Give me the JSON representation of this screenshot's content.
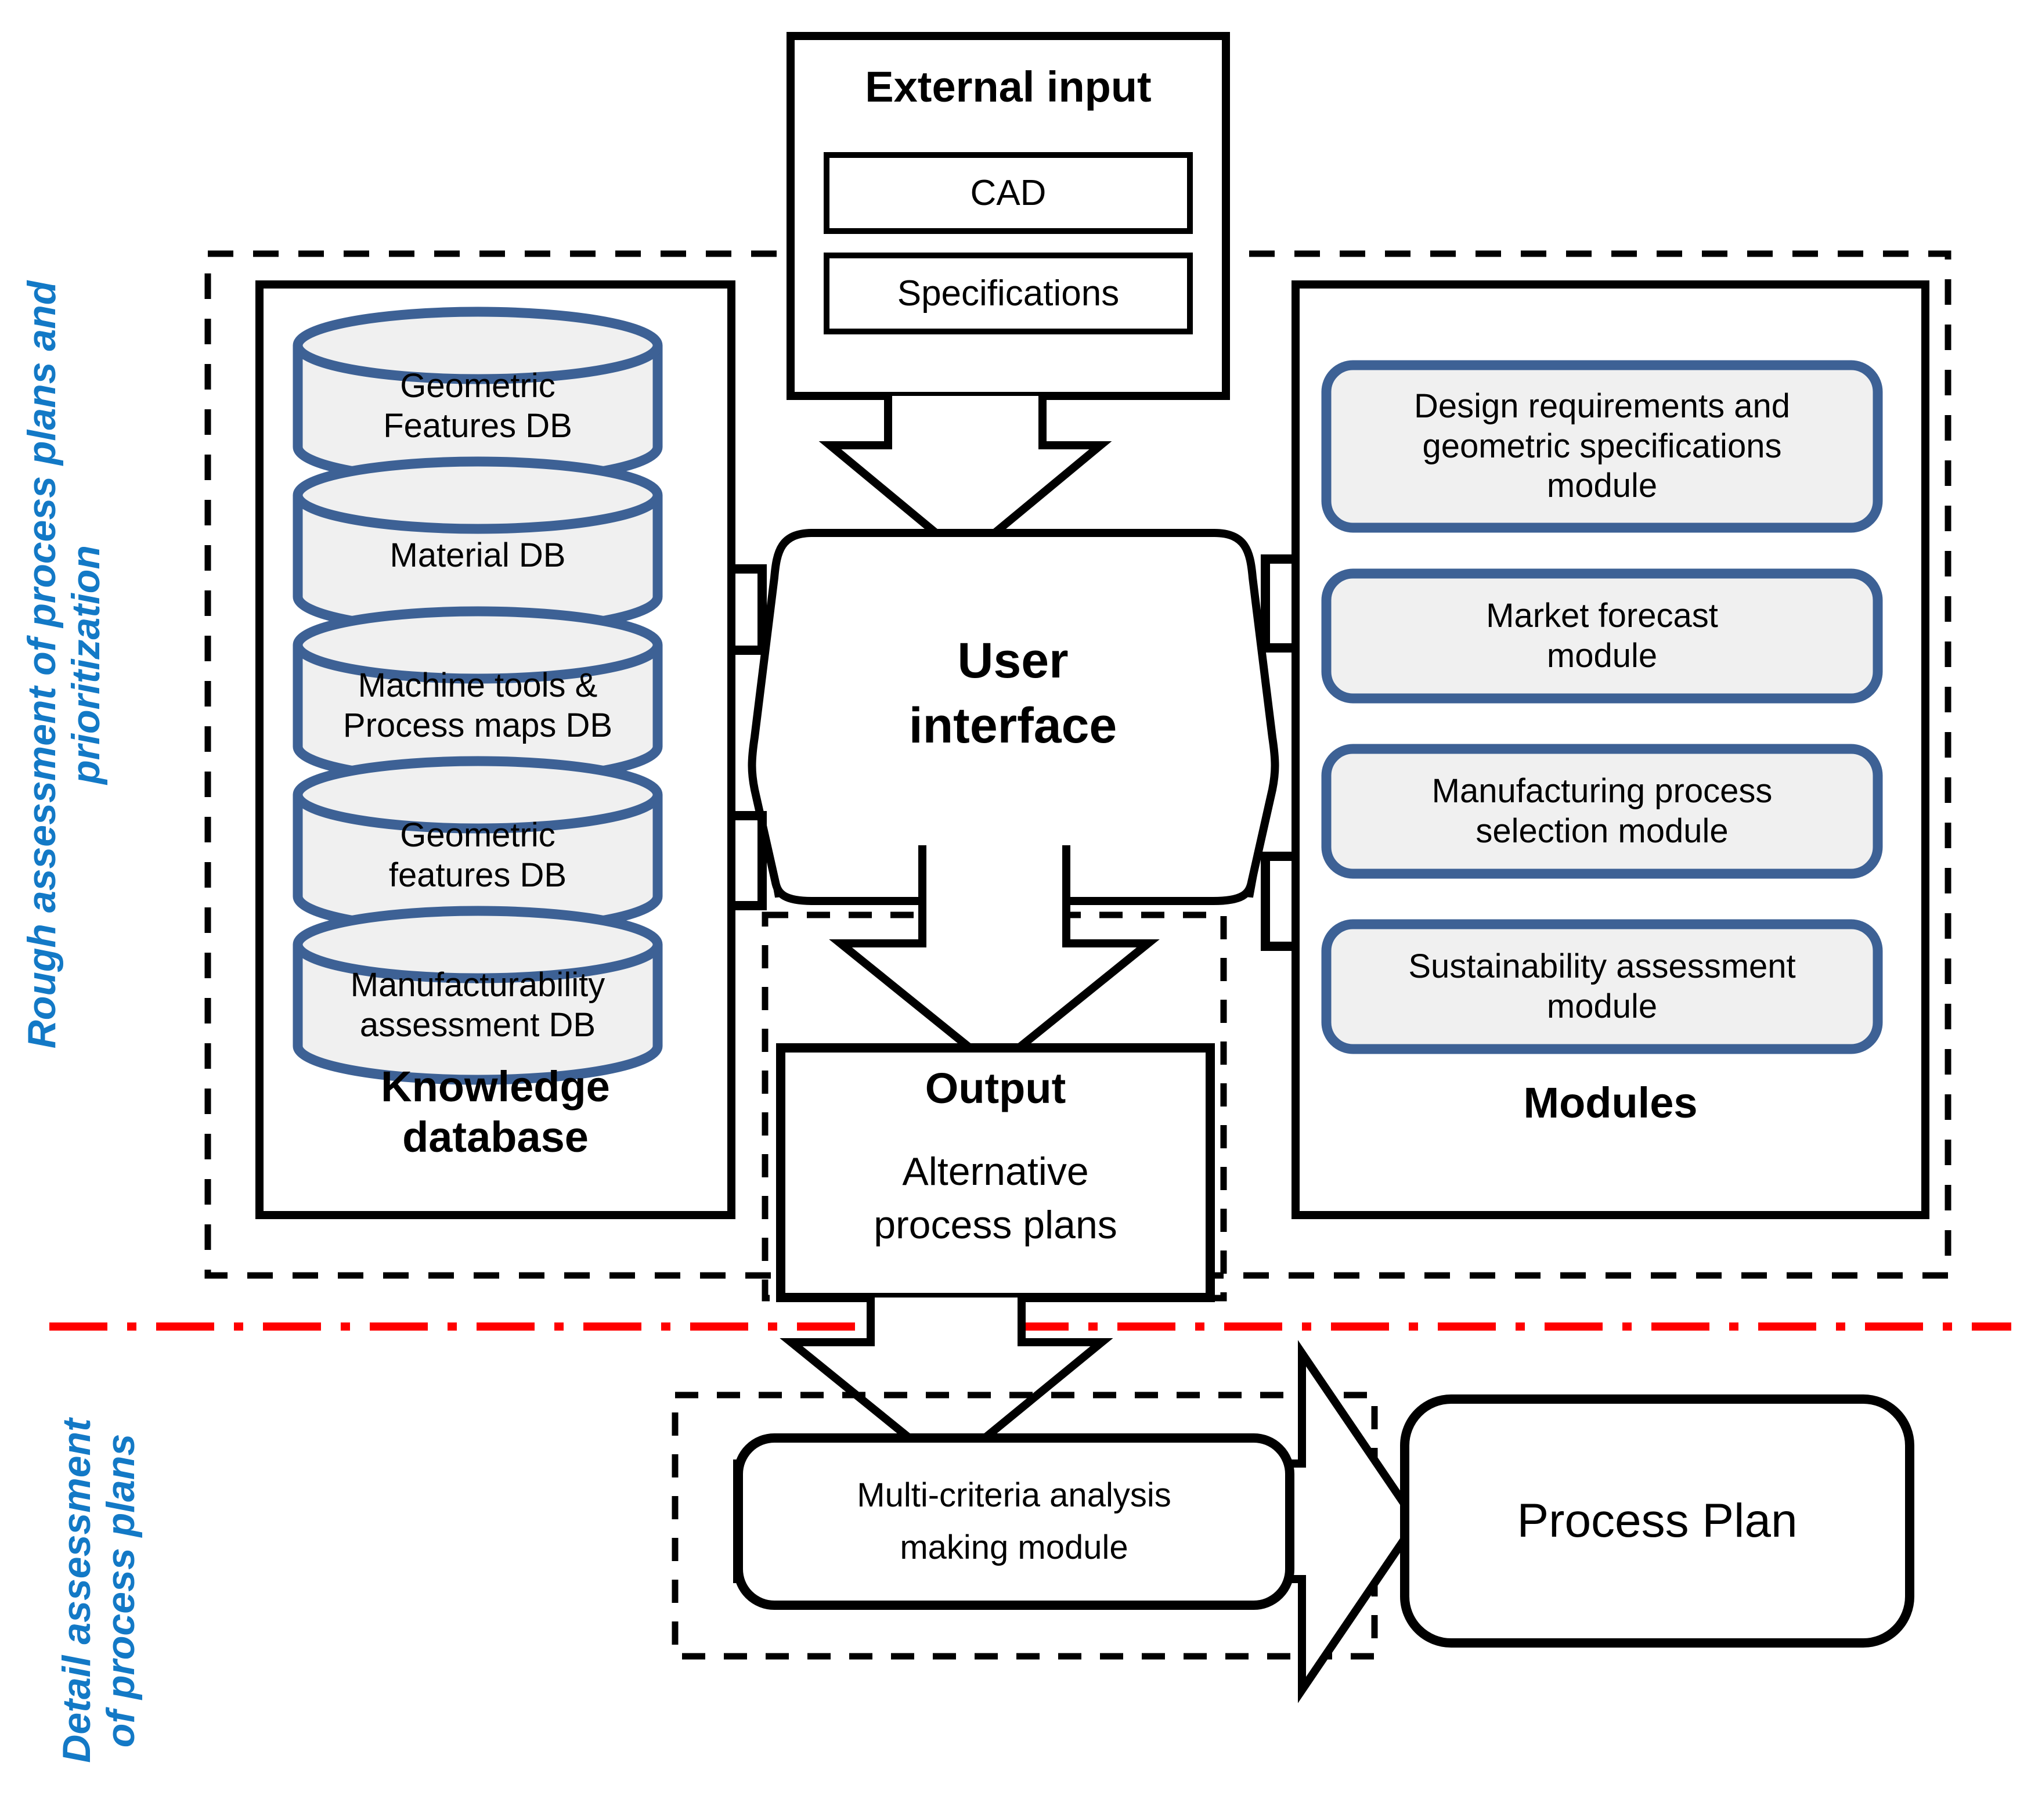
{
  "colors": {
    "db_blue": "#3d6195",
    "db_fill": "#f0f0f0",
    "side_label_blue": "#1379c6",
    "divider_red": "#ff0000",
    "stroke_black": "#000000"
  },
  "side_labels": {
    "top": "Rough assessment of process plans and\nprioritization",
    "bottom": "Detail assessment\nof process plans"
  },
  "external_input": {
    "title": "External input",
    "items": [
      "CAD",
      "Specifications"
    ]
  },
  "knowledge_database": {
    "title": "Knowledge\ndatabase",
    "databases": [
      "Geometric\nFeatures DB",
      "Material DB",
      "Machine tools &\nProcess maps DB",
      "Geometric\nfeatures DB",
      "Manufacturability\nassessment DB"
    ]
  },
  "modules_panel": {
    "title": "Modules",
    "modules": [
      "Design requirements and\ngeometric specifications\nmodule",
      "Market forecast\nmodule",
      "Manufacturing process\nselection module",
      "Sustainability assessment\nmodule"
    ]
  },
  "user_interface": {
    "label": "User\ninterface"
  },
  "output": {
    "title": "Output",
    "subtitle": "Alternative\nprocess plans"
  },
  "detail_section": {
    "module": "Multi-criteria analysis\nmaking module",
    "result": "Process Plan"
  }
}
